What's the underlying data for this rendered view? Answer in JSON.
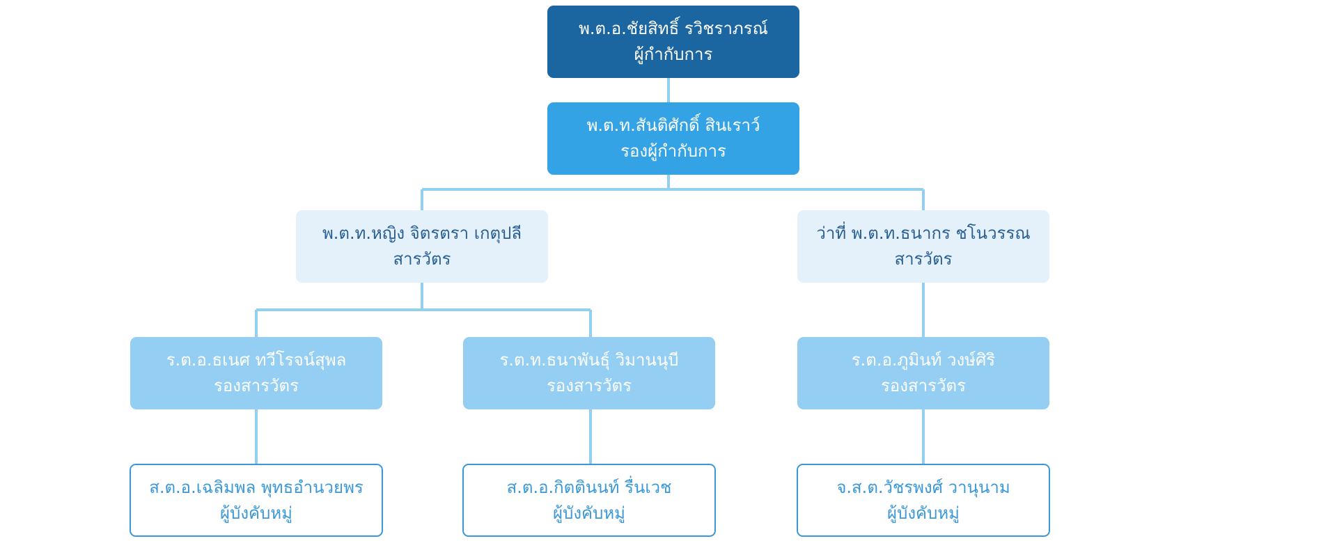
{
  "org_chart": {
    "director": {
      "name": "พ.ต.อ.ชัยสิทธิ์ รวิชราภรณ์",
      "title": "ผู้กำกับการ"
    },
    "deputy_director": {
      "name": "พ.ต.ท.สันติศักดิ์ สินเราว์",
      "title": "รองผู้กำกับการ"
    },
    "inspector_left": {
      "name": "พ.ต.ท.หญิง จิตรตรา เกตุปลี",
      "title": "สารวัตร"
    },
    "inspector_right": {
      "name": "ว่าที่ พ.ต.ท.ธนากร ชโนวรรณ",
      "title": "สารวัตร"
    },
    "deputy_inspector_1": {
      "name": "ร.ต.อ.ธเนศ ทวีโรจน์สุพล",
      "title": "รองสารวัตร"
    },
    "deputy_inspector_2": {
      "name": "ร.ต.ท.ธนาพันธุ์ วิมานนุบี",
      "title": "รองสารวัตร"
    },
    "deputy_inspector_3": {
      "name": "ร.ต.อ.ภูมินท์ วงษ์ศิริ",
      "title": "รองสารวัตร"
    },
    "squad_leader_1": {
      "name": "ส.ต.อ.เฉลิมพล พุทธอำนวยพร",
      "title": "ผู้บังคับหมู่"
    },
    "squad_leader_2": {
      "name": "ส.ต.อ.กิตตินนท์ รื่นเวช",
      "title": "ผู้บังคับหมู่"
    },
    "squad_leader_3": {
      "name": "จ.ส.ต.วัชรพงศ์ วานุนาม",
      "title": "ผู้บังคับหมู่"
    }
  },
  "colors": {
    "connector": "#93cfef",
    "level_1": "#1b65a1",
    "level_2": "#33a3e6",
    "level_3": "#e4f1fa",
    "level_4": "#94cef2",
    "level_5_border": "#3a98d8"
  }
}
